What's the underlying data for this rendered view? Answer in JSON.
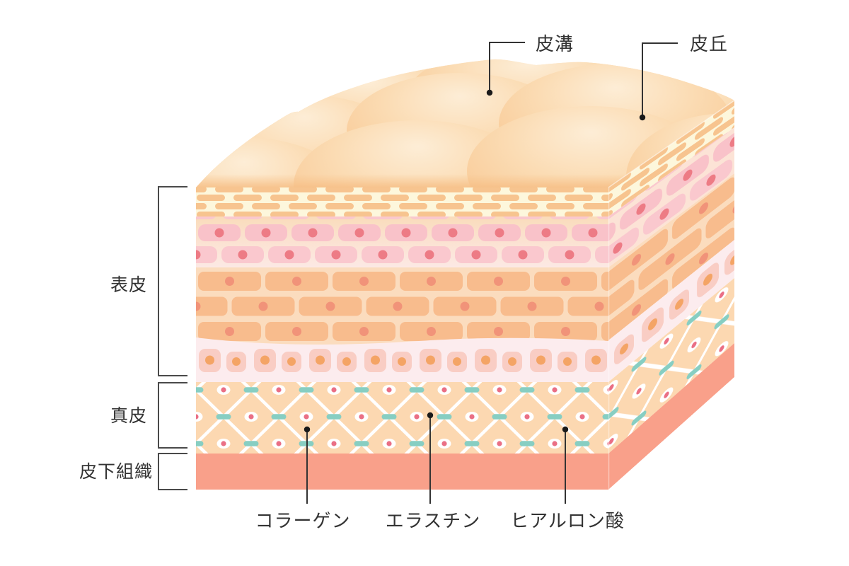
{
  "diagram": {
    "type": "skin-cross-section-illustration",
    "labels": {
      "surface": [
        {
          "text": "皮溝"
        },
        {
          "text": "皮丘"
        }
      ],
      "layers": [
        {
          "text": "表皮"
        },
        {
          "text": "真皮"
        },
        {
          "text": "皮下組織"
        }
      ],
      "dermis_components": [
        {
          "text": "コラーゲン"
        },
        {
          "text": "エラスチン"
        },
        {
          "text": "ヒアルロン酸"
        }
      ]
    },
    "colors": {
      "surface_light": "#FCE2BE",
      "surface_shade": "#F8C792",
      "stratum_corneum_bg": "#FDF7DC",
      "corneum_capsule": "#F7C48F",
      "granular_band_top": "#FADDBE",
      "granular_band_bottom": "#FCE9E3",
      "granular_cell": "#F9C2C9",
      "granular_nucleus": "#ED7B85",
      "spinous_band": "#FBDCBE",
      "spinous_cell": "#F8BC8D",
      "spinous_nucleus": "#F19379",
      "basal_band": "#FCECEE",
      "basal_cell": "#F9CDC4",
      "basal_nucleus": "#F4A465",
      "dermis_bg": "#FCD8B1",
      "collagen_fiber": "#FFFFFF",
      "elastin": "#87CEC2",
      "fibroblast_nucleus": "#EA6F85",
      "subcutis": "#F9A08A",
      "leader_line": "#333333",
      "bracket": "#4A4A4A",
      "text": "#333333"
    }
  }
}
